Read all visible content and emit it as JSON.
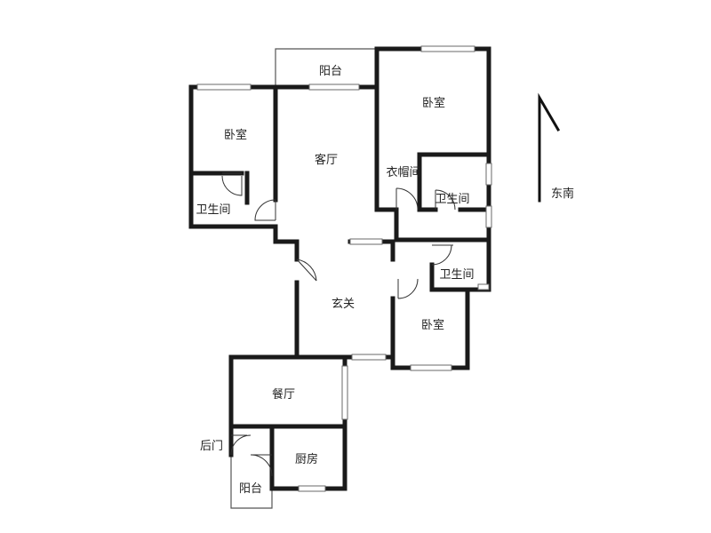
{
  "rooms": {
    "balcony_top": "阳台",
    "bedroom_top_right": "卧室",
    "bedroom_left": "卧室",
    "living_room": "客厅",
    "walk_in_closet": "衣帽间",
    "bathroom_left": "卫生间",
    "bathroom_right_upper": "卫生间",
    "bathroom_right_lower": "卫生间",
    "entrance": "玄关",
    "bedroom_bottom_right": "卧室",
    "dining_room": "餐厅",
    "back_door": "后门",
    "kitchen": "厨房",
    "balcony_bottom": "阳台"
  },
  "compass": {
    "label": "东南"
  }
}
